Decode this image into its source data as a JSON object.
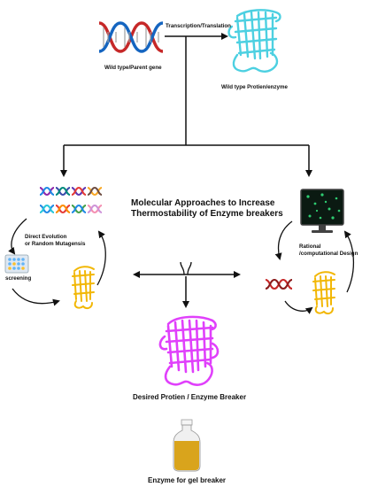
{
  "labels": {
    "transcription": "Transcription/Translation",
    "parent_gene": "Wild type/Parent gene",
    "wild_protein": "Wild type Protien/enzyme",
    "title_line1": "Molecular Approaches to Increase",
    "title_line2": "Thermostability of  Enzyme breakers",
    "direct_evo_line1": "Direct Evolution",
    "direct_evo_line2": "or Random Mutagensis",
    "screening": "screening",
    "rational_line1": "Rational",
    "rational_line2": "/computational Design",
    "desired": "Desired Protien / Enzyme Breaker",
    "gel": "Enzyme for gel breaker"
  },
  "colors": {
    "dna_red": "#c62828",
    "dna_blue": "#1565c0",
    "wild_protein": "#4dd0e1",
    "mutant_protein": "#f2b705",
    "desired_protein": "#e040fb",
    "monitor_screen": "#0b1a12",
    "bottle_liquid": "#d9a41c",
    "arrow": "#111111"
  }
}
